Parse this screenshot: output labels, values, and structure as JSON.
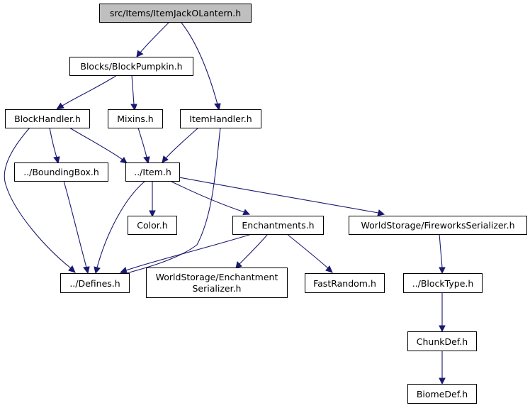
{
  "graph": {
    "colors": {
      "edge": "#191970",
      "root_fill": "#bfbfbf",
      "node_fill": "#ffffff",
      "node_border": "#000000"
    },
    "nodes": {
      "root": {
        "label": "src/Items/ItemJackOLantern.h"
      },
      "block_pumpkin": {
        "label": "Blocks/BlockPumpkin.h"
      },
      "block_handler": {
        "label": "BlockHandler.h"
      },
      "mixins": {
        "label": "Mixins.h"
      },
      "item_handler": {
        "label": "ItemHandler.h"
      },
      "bounding_box": {
        "label": "../BoundingBox.h"
      },
      "item": {
        "label": "../Item.h"
      },
      "color": {
        "label": "Color.h"
      },
      "enchantments": {
        "label": "Enchantments.h"
      },
      "fireworks_serializer": {
        "label": "WorldStorage/FireworksSerializer.h"
      },
      "defines": {
        "label": "../Defines.h"
      },
      "enchantment_serializer": {
        "label_line1": "WorldStorage/Enchantment",
        "label_line2": "Serializer.h"
      },
      "fast_random": {
        "label": "FastRandom.h"
      },
      "block_type": {
        "label": "../BlockType.h"
      },
      "chunk_def": {
        "label": "ChunkDef.h"
      },
      "biome_def": {
        "label": "BiomeDef.h"
      }
    },
    "edges": [
      {
        "from": "root",
        "to": "block_pumpkin"
      },
      {
        "from": "root",
        "to": "item_handler"
      },
      {
        "from": "block_pumpkin",
        "to": "block_handler"
      },
      {
        "from": "block_pumpkin",
        "to": "mixins"
      },
      {
        "from": "block_handler",
        "to": "bounding_box"
      },
      {
        "from": "block_handler",
        "to": "item"
      },
      {
        "from": "block_handler",
        "to": "defines"
      },
      {
        "from": "mixins",
        "to": "item"
      },
      {
        "from": "item_handler",
        "to": "item"
      },
      {
        "from": "item_handler",
        "to": "defines"
      },
      {
        "from": "bounding_box",
        "to": "defines"
      },
      {
        "from": "item",
        "to": "color"
      },
      {
        "from": "item",
        "to": "enchantments"
      },
      {
        "from": "item",
        "to": "fireworks_serializer"
      },
      {
        "from": "item",
        "to": "defines"
      },
      {
        "from": "enchantments",
        "to": "defines"
      },
      {
        "from": "enchantments",
        "to": "enchantment_serializer"
      },
      {
        "from": "enchantments",
        "to": "fast_random"
      },
      {
        "from": "fireworks_serializer",
        "to": "block_type"
      },
      {
        "from": "block_type",
        "to": "chunk_def"
      },
      {
        "from": "chunk_def",
        "to": "biome_def"
      }
    ]
  }
}
